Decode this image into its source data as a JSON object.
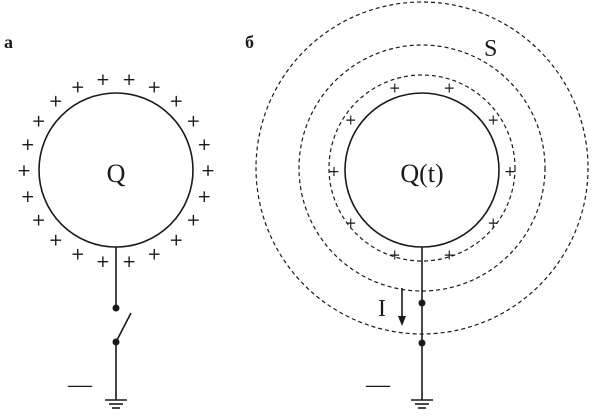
{
  "panel_a": {
    "letter": "а",
    "charge_label": "Q",
    "plus_sign": "+",
    "minus_sign": "—"
  },
  "panel_b": {
    "letter": "б",
    "charge_label": "Q(t)",
    "surface_label": "S",
    "current_label": "I",
    "plus_sign": "+",
    "minus_sign": "—"
  }
}
